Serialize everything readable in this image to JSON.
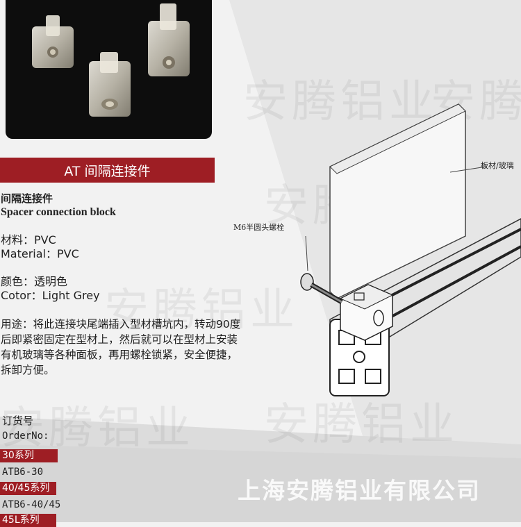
{
  "header": {
    "title_banner": "AT 间隔连接件"
  },
  "product": {
    "name_cn": "间隔连接件",
    "name_en": "Spacer connection block",
    "material_cn": "材料：PVC",
    "material_en": "Material：PVC",
    "color_cn": "颜色：透明色",
    "color_en": "Cotor：Light Grey",
    "usage_lines": [
      "用途：将此连接块尾端插入型材槽坑内，转动90度",
      "后即紧密固定在型材上，然后就可以在型材上安装",
      "有机玻璃等各种面板，再用螺栓锁紧，安全便捷，",
      "拆卸方便。"
    ]
  },
  "order": {
    "label_cn": "订货号",
    "label_en": "OrderNo:",
    "series": [
      {
        "tag": "30系列",
        "code": "ATB6-30"
      },
      {
        "tag": "40/45系列",
        "code": "ATB6-40/45"
      },
      {
        "tag": "45L系列",
        "code": ""
      }
    ]
  },
  "diagram": {
    "callout_panel": "板材/玻璃",
    "callout_bolt": "M6半圆头螺栓"
  },
  "watermarks": [
    "安腾铝业",
    "安腾铝业",
    "安腾铝业",
    "安腾铝业",
    "安腾铝业",
    "安腾铝业"
  ],
  "footer": {
    "company": "上海安腾铝业有限公司"
  },
  "colors": {
    "accent": "#9e1e24",
    "background": "#f2f2f2",
    "photo_bg": "#0d0d0d"
  }
}
